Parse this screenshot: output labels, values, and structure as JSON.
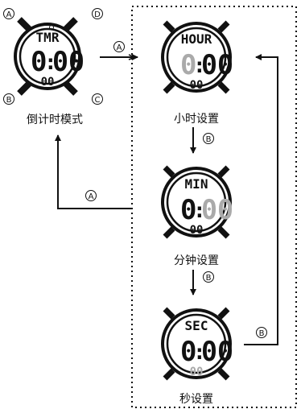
{
  "watches": {
    "timer": {
      "mode_word": "TMR",
      "hour": "0",
      "colon": ":",
      "minute": "00",
      "sub": "00",
      "buttons": {
        "a": "A",
        "d": "D",
        "b": "B",
        "c": "C"
      },
      "caption": "倒计时模式"
    },
    "hour": {
      "mode_word": "HOUR",
      "hour": "0",
      "colon": ":",
      "minute": "00",
      "sub": "00",
      "caption": "小时设置"
    },
    "min": {
      "mode_word": "MIN",
      "hour": "0",
      "colon": ":",
      "minute": "00",
      "sub": "00",
      "caption": "分钟设置"
    },
    "sec": {
      "mode_word": "SEC",
      "hour": "0",
      "colon": ":",
      "minute": "00",
      "sub": "00",
      "caption": "秒设置"
    }
  },
  "arrows": {
    "timer_to_hour": "A",
    "hour_to_min": "B",
    "min_to_sec": "B",
    "sec_to_hour": "B",
    "back_to_timer": "A"
  },
  "colors": {
    "ink": "#111111",
    "highlight": "#aaaaaa"
  }
}
